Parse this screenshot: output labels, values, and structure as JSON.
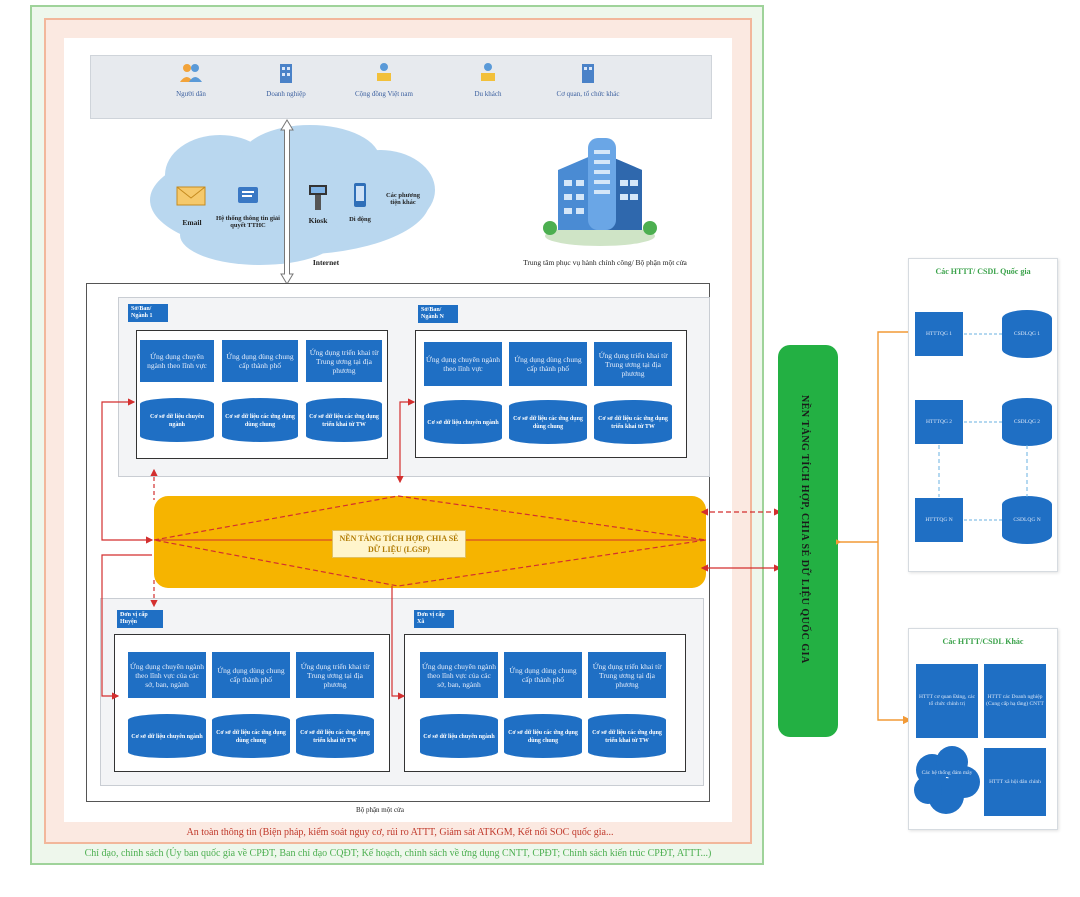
{
  "actors": [
    "Người dân",
    "Doanh nghiệp",
    "Cộng đồng Việt nam",
    "Du khách",
    "Cơ quan, tổ chức khác"
  ],
  "channels": {
    "email": "Email",
    "portal": "Hệ thống thông tin giải quyết TTHC",
    "kiosk": "Kiosk",
    "mobile": "Di động",
    "other": "Các phương tiện khác",
    "internet": "Internet"
  },
  "service_center": "Trung tâm phục vụ hành chính công/ Bộ phận một cửa",
  "zone_top_left": {
    "tag": "Sở/Ban/ Ngành 1",
    "apps": [
      "Ứng dụng chuyên ngành theo lĩnh vực",
      "Ứng dụng dùng chung cấp thành phố",
      "Ứng dụng triển khai từ Trung ương tại địa phương"
    ],
    "dbs": [
      "Cơ sở dữ liệu chuyên ngành",
      "Cơ sở dữ liệu các ứng dụng dùng chung",
      "Cơ sở dữ liệu các ứng dụng triển khai từ TW"
    ]
  },
  "zone_top_right": {
    "tag": "Sở/Ban/ Ngành N",
    "apps": [
      "Ứng dụng chuyên ngành theo lĩnh vực",
      "Ứng dụng dùng chung cấp thành phố",
      "Ứng dụng triển khai từ Trung ương tại địa phương"
    ],
    "dbs": [
      "Cơ sở dữ liệu chuyên ngành",
      "Cơ sở dữ liệu các ứng dụng dùng chung",
      "Cơ sở dữ liệu các ứng dụng triển khai từ TW"
    ]
  },
  "lgsp": "NỀN TẢNG TÍCH HỢP, CHIA SẺ DỮ LIỆU (LGSP)",
  "zone_bottom_left": {
    "tag": "Đơn vị cấp Huyện",
    "apps": [
      "Ứng dụng chuyên ngành theo lĩnh vực của các sở, ban, ngành",
      "Ứng dụng dùng chung cấp thành phố",
      "Ứng dụng triển khai từ Trung ương tại địa phương"
    ],
    "dbs": [
      "Cơ sở dữ liệu chuyên ngành",
      "Cơ sở dữ liệu các ứng dụng dùng chung",
      "Cơ sở dữ liệu các ứng dụng triển khai từ TW"
    ]
  },
  "zone_bottom_right": {
    "tag": "Đơn vị cấp Xã",
    "apps": [
      "Ứng dụng chuyên ngành theo lĩnh vực của các sở, ban, ngành",
      "Ứng dụng dùng chung cấp thành phố",
      "Ứng dụng triển khai từ Trung ương tại địa phương"
    ],
    "dbs": [
      "Cơ sở dữ liệu chuyên ngành",
      "Cơ sở dữ liệu các ứng dụng dùng chung",
      "Cơ sở dữ liệu các ứng dụng triển khai từ TW"
    ]
  },
  "one_stop": "Bộ phận một cửa",
  "national_platform": "NỀN TẢNG TÍCH HỢP, CHIA SẺ DỮ LIỆU QUỐC GIA",
  "national_panel": {
    "title": "Các HTTT/ CSDL Quốc gia",
    "systems": [
      "HTTTQG 1",
      "HTTTQG 2",
      "HTTTQG N"
    ],
    "dbs": [
      "CSDLQG 1",
      "CSDLQG 2",
      "CSDLQG N"
    ]
  },
  "other_panel": {
    "title": "Các HTTT/CSDL Khác",
    "items": [
      "HTTT cơ quan Đảng, các tổ chức chính trị",
      "HTTT các Doanh nghiệp (Cung cấp hạ tầng) CNTT",
      "Các hệ thống đám mây",
      "HTTT xã hội dân chính"
    ]
  },
  "footer_red": "An toàn thông tin (Biện pháp, kiểm soát nguy cơ, rủi ro ATTT, Giám sát ATKGM, Kết nối SOC quốc gia...",
  "footer_green": "Chỉ đạo, chính sách (Ủy ban quốc gia về CPĐT, Ban chỉ đạo CQĐT; Kế hoạch, chính sách về ứng dụng CNTT, CPĐT; Chính sách kiến trúc CPĐT, ATTT...)",
  "colors": {
    "primary_blue": "#1f6fc4",
    "national_green": "#23b043",
    "lgsp_orange": "#f6b400",
    "link_red": "#d32f2f",
    "link_orange": "#f29a36"
  }
}
